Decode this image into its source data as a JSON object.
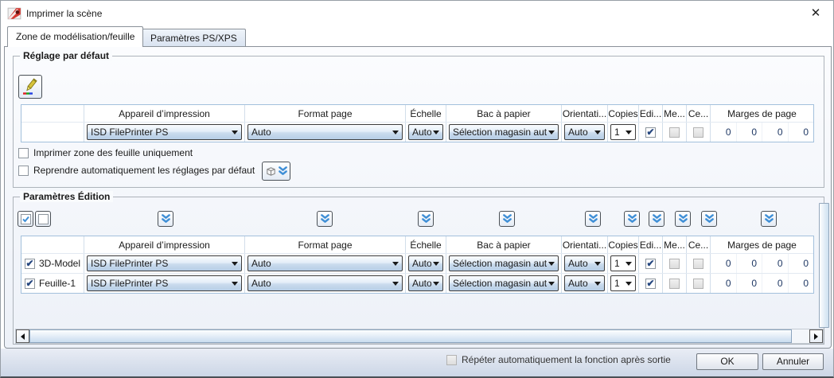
{
  "colors": {
    "accent_blue": "#3f8fd6",
    "check_navy": "#26477f",
    "combo_blue": "#b6cde6"
  },
  "window": {
    "title": "Imprimer la scène"
  },
  "tabs": {
    "modelisation": "Zone de modélisation/feuille",
    "ps_xps": "Paramètres PS/XPS"
  },
  "columns": {
    "device": "Appareil d’impression",
    "format": "Format page",
    "scale": "Échelle",
    "tray": "Bac à papier",
    "orientation": "Orientati...",
    "copies": "Copies",
    "edit": "Edi...",
    "me": "Me...",
    "ce": "Ce...",
    "margins": "Marges de page"
  },
  "default_group": {
    "title": "Réglage par défaut",
    "row": {
      "device": "ISD FilePrinter PS",
      "format": "Auto",
      "scale": "Auto",
      "tray": "Sélection magasin auto",
      "orientation": "Auto",
      "copies": "1",
      "margins": [
        "0",
        "0",
        "0",
        "0"
      ]
    },
    "print_zone_only_label": "Imprimer zone des feuille uniquement",
    "auto_resume_label": "Reprendre automatiquement les réglages par défaut"
  },
  "edition_group": {
    "title": "Paramètres Édition",
    "rows": [
      {
        "label": "3D-Model",
        "device": "ISD FilePrinter PS",
        "format": "Auto",
        "scale": "Auto",
        "tray": "Sélection magasin auto",
        "orientation": "Auto",
        "copies": "1",
        "margins": [
          "0",
          "0",
          "0",
          "0"
        ]
      },
      {
        "label": "Feuille-1",
        "device": "ISD FilePrinter PS",
        "format": "Auto",
        "scale": "Auto",
        "tray": "Sélection magasin auto",
        "orientation": "Auto",
        "copies": "1",
        "margins": [
          "0",
          "0",
          "0",
          "0"
        ]
      }
    ]
  },
  "footer": {
    "repeat_label": "Répéter automatiquement la fonction après sortie",
    "ok_label": "OK",
    "cancel_label": "Annuler"
  }
}
